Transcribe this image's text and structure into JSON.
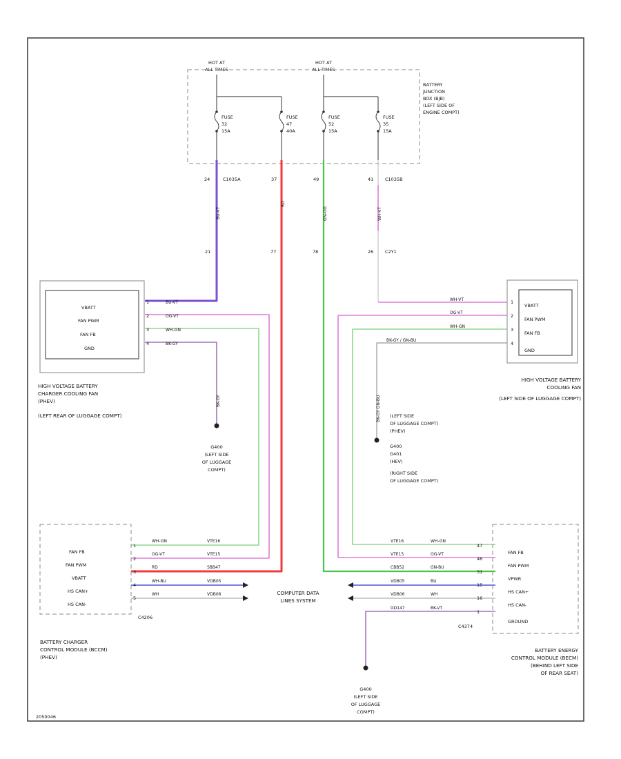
{
  "hot_at": {
    "left": [
      "HOT AT",
      "ALL TIMES"
    ],
    "right": [
      "HOT AT",
      "ALL TIMES"
    ]
  },
  "bjb": {
    "lines": [
      "BATTERY",
      "JUNCTION",
      "BOX (BJB)",
      "(LEFT SIDE OF",
      "ENGINE COMPT)"
    ]
  },
  "fuses": [
    {
      "name": "FUSE",
      "num": "32",
      "amp": "15A"
    },
    {
      "name": "FUSE",
      "num": "47",
      "amp": "40A"
    },
    {
      "name": "FUSE",
      "num": "52",
      "amp": "15A"
    },
    {
      "name": "FUSE",
      "num": "35",
      "amp": "15A"
    }
  ],
  "connectors": {
    "c1035a": "C1035A",
    "c1035b": "C1035B",
    "pins_top": [
      "24",
      "37",
      "49",
      "41"
    ],
    "pins_mid": [
      "21",
      "77",
      "78",
      "26"
    ],
    "c2": "C2Y1",
    "c4": "C4206",
    "c5": "C4374"
  },
  "wire_labels_vertical": [
    "BU-VT",
    "RD",
    "GN-OG",
    "WH-VT",
    "BK-GY",
    "BK-GY GN-BU"
  ],
  "left_fan": {
    "pins": [
      "VBATT",
      "FAN PWM",
      "FAN FB",
      "GND"
    ],
    "pin_nums": [
      "1",
      "2",
      "3",
      "4"
    ],
    "wire_labels": [
      "BU-VT",
      "OG-VT",
      "WH-GN",
      "BK-GY"
    ],
    "label": [
      "HIGH VOLTAGE BATTERY",
      "CHARGER COOLING FAN",
      "(PHEV)",
      "(LEFT REAR OF LUGGAGE COMPT)"
    ]
  },
  "right_fan": {
    "pins": [
      "VBATT",
      "FAN PWM",
      "FAN FB",
      "GND"
    ],
    "pin_nums": [
      "1",
      "2",
      "3",
      "4"
    ],
    "wire_labels": [
      "WH-VT",
      "OG-VT",
      "WH-GN",
      "BK-GY / GN-BU"
    ],
    "label": [
      "HIGH VOLTAGE BATTERY",
      "COOLING FAN",
      "(LEFT SIDE OF LUGGAGE COMPT)"
    ]
  },
  "ground_left": [
    "G400",
    "(LEFT SIDE",
    "OF LUGGAGE",
    "COMPT)"
  ],
  "ground_right": [
    "(LEFT SIDE",
    "OF LUGGAGE COMPT)",
    "(PHEV)",
    "G400",
    "G401",
    "(HEV)",
    "(RIGHT SIDE",
    "OF LUGGAGE COMPT)"
  ],
  "ground_bottom": [
    "G400",
    "(LEFT SIDE",
    "OF LUGGAGE",
    "COMPT)"
  ],
  "becm_left": {
    "pins": [
      "FAN FB",
      "FAN PWM",
      "VBATT",
      "HS CAN+",
      "HS CAN-"
    ],
    "pin_nums": [
      "1",
      "2",
      "3",
      "4",
      "5"
    ],
    "wire_labels": [
      "WH-GN",
      "OG-VT",
      "RD",
      "WH-BU",
      "WH"
    ],
    "circuits": [
      "VTE16",
      "VTE15",
      "SBB47",
      "VDB05",
      "VDB06"
    ],
    "label": [
      "BATTERY CHARGER",
      "CONTROL MODULE (BCCM)",
      "(PHEV)"
    ]
  },
  "becm_right": {
    "pins": [
      "FAN FB",
      "FAN PWM",
      "VPWR",
      "HS CAN+",
      "HS CAN-",
      "GROUND"
    ],
    "pin_nums": [
      "47",
      "46",
      "31",
      "15",
      "16",
      "1"
    ],
    "wire_labels": [
      "WH-GN",
      "OG-VT",
      "GN-BU",
      "BU",
      "WH",
      "BK-VT"
    ],
    "circuits": [
      "VTE16",
      "VTE15",
      "CBB52",
      "VDB05",
      "VDB06",
      "GD147"
    ],
    "label": [
      "BATTERY ENERGY",
      "CONTROL MODULE (BECM)",
      "(BEHIND LEFT SIDE",
      "OF REAR SEAT)"
    ]
  },
  "computer_data": [
    "COMPUTER DATA",
    "LINES SYSTEM"
  ],
  "footer_code": "2050046"
}
